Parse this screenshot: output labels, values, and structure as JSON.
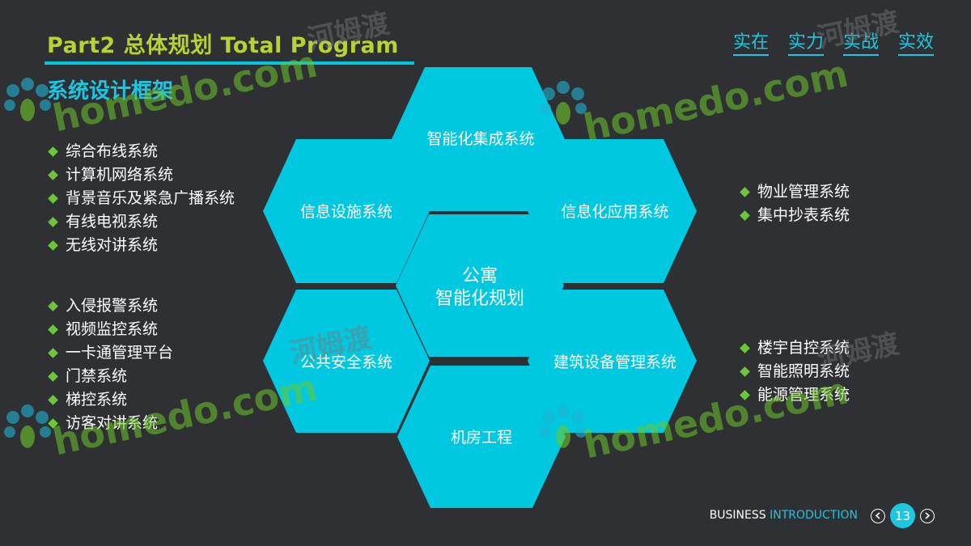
{
  "header": {
    "title": "Part2 总体规划 Total Program",
    "subtitle": "系统设计框架",
    "motto": [
      "实在",
      "实力",
      "实战",
      "实效"
    ]
  },
  "hexagons": {
    "center": {
      "line1": "公寓",
      "line2": "智能化规划"
    },
    "top": "智能化集成系统",
    "upper_left": "信息设施系统",
    "upper_right": "信息化应用系统",
    "lower_left": "公共安全系统",
    "lower_right": "建筑设备管理系统",
    "bottom": "机房工程"
  },
  "lists": {
    "info_facilities": [
      "综合布线系统",
      "计算机网络系统",
      "背景音乐及紧急广播系统",
      "有线电视系统",
      "无线对讲系统"
    ],
    "public_security": [
      "入侵报警系统",
      "视频监控系统",
      "一卡通管理平台",
      "门禁系统",
      "梯控系统",
      "访客对讲系统"
    ],
    "info_application": [
      "物业管理系统",
      "集中抄表系统"
    ],
    "building_equipment": [
      "楼宇自控系统",
      "智能照明系统",
      "能源管理系统"
    ]
  },
  "footer": {
    "business": "BUSINESS",
    "introduction": "INTRODUCTION",
    "page": "13",
    "prev_icon": "chevron-left-icon",
    "next_icon": "chevron-right-icon"
  },
  "watermark": {
    "latin": "homedo.com",
    "chinese": "河姆渡"
  },
  "colors": {
    "background": "#2e3033",
    "title_green": "#b5d334",
    "accent_cyan": "#1ec6e0",
    "hex_fill": "#00c8e0",
    "bullet_green": "#6bc63a"
  }
}
